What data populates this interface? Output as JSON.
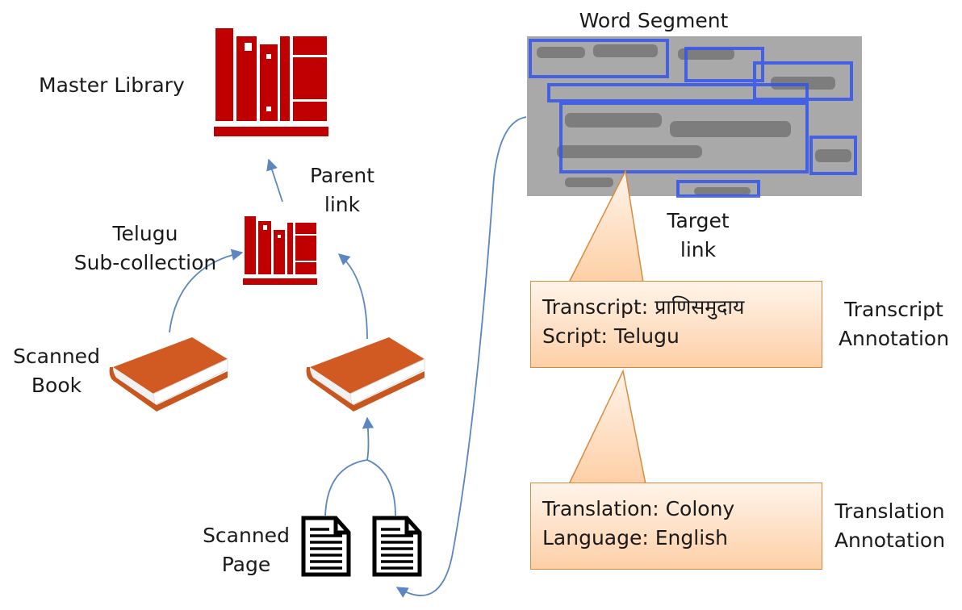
{
  "labels": {
    "master_library": "Master Library",
    "parent_link": [
      "Parent",
      "link"
    ],
    "telugu_subcollection": [
      "Telugu",
      "Sub-collection"
    ],
    "scanned_book": [
      "Scanned",
      "Book"
    ],
    "scanned_page": [
      "Scanned",
      "Page"
    ],
    "word_segment": "Word Segment",
    "target_link": [
      "Target",
      "link"
    ],
    "transcript_annotation": [
      "Transcript",
      "Annotation"
    ],
    "translation_annotation": [
      "Translation",
      "Annotation"
    ]
  },
  "transcript_box": {
    "line1": "Transcript: प्राणिसमुदाय",
    "line2": "Script: Telugu"
  },
  "translation_box": {
    "line1": "Translation: Colony",
    "line2": "Language: English"
  },
  "colors": {
    "library_red": "#c00000",
    "book_orange": "#c8561e",
    "arrow_blue": "#5b86c0",
    "box_border": "#d98a3c",
    "segment_blue": "#3355ee"
  }
}
